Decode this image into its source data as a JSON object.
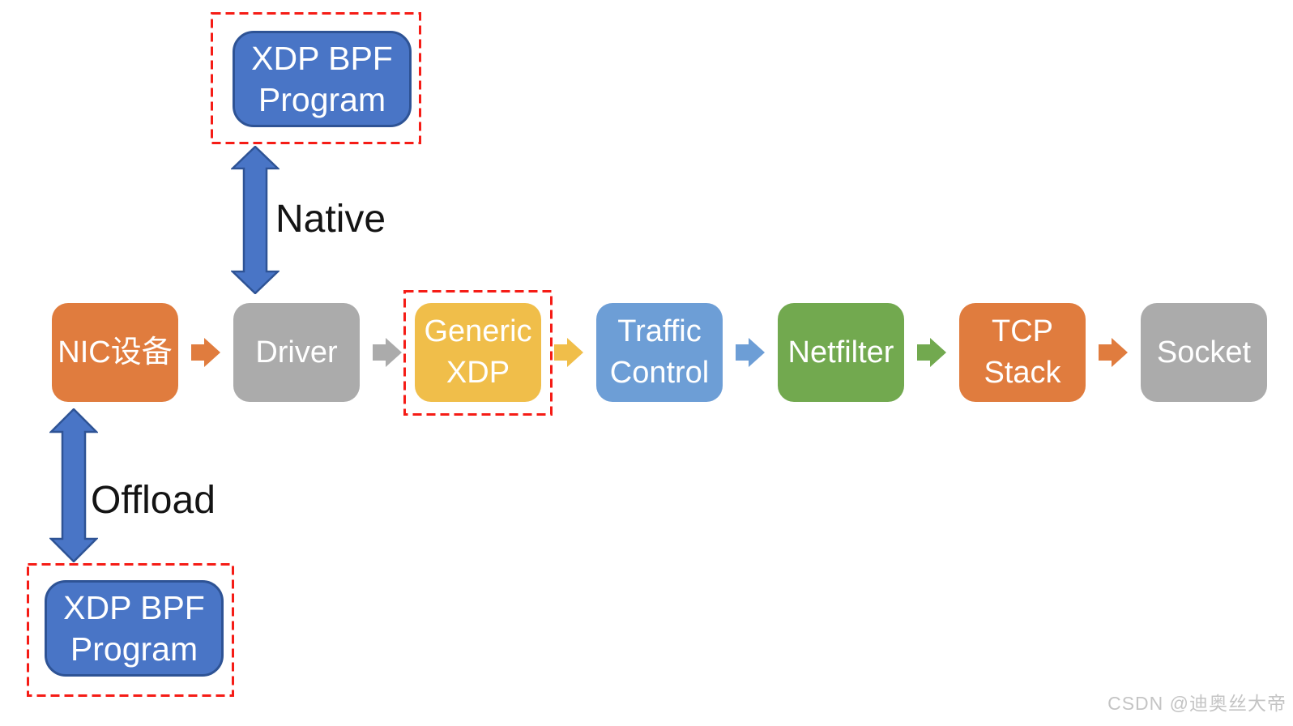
{
  "diagram": {
    "flow_nodes": [
      {
        "label": "NIC设备",
        "color": "#E07C3E"
      },
      {
        "label": "Driver",
        "color": "#ABABAB"
      },
      {
        "label": "Generic XDP",
        "color": "#F0BE4A",
        "highlighted": true
      },
      {
        "label": "Traffic Control",
        "color": "#6D9ED6"
      },
      {
        "label": "Netfilter",
        "color": "#72A94F"
      },
      {
        "label": "TCP Stack",
        "color": "#E07C3E"
      },
      {
        "label": "Socket",
        "color": "#ABABAB"
      }
    ],
    "connectors": [
      {
        "from": "NIC设备",
        "to": "Driver",
        "color": "#E07C3E"
      },
      {
        "from": "Driver",
        "to": "Generic XDP",
        "color": "#ABABAB"
      },
      {
        "from": "Generic XDP",
        "to": "Traffic Control",
        "color": "#F0BE4A"
      },
      {
        "from": "Traffic Control",
        "to": "Netfilter",
        "color": "#6D9ED6"
      },
      {
        "from": "Netfilter",
        "to": "TCP Stack",
        "color": "#72A94F"
      },
      {
        "from": "TCP Stack",
        "to": "Socket",
        "color": "#E07C3E"
      }
    ],
    "bpf_program_top": {
      "label": "XDP BPF Program"
    },
    "bpf_program_bottom": {
      "label": "XDP BPF Program"
    },
    "mode_labels": {
      "native": "Native",
      "offload": "Offload"
    },
    "colors": {
      "bpf_fill": "#4975C6",
      "bpf_border": "#2E5395",
      "highlight_dash": "#F51C16",
      "node_text": "#FFFFFF",
      "label_text": "#141414"
    }
  },
  "watermark": {
    "text": "CSDN @迪奥丝大帝",
    "color": "#C4C4C4"
  }
}
